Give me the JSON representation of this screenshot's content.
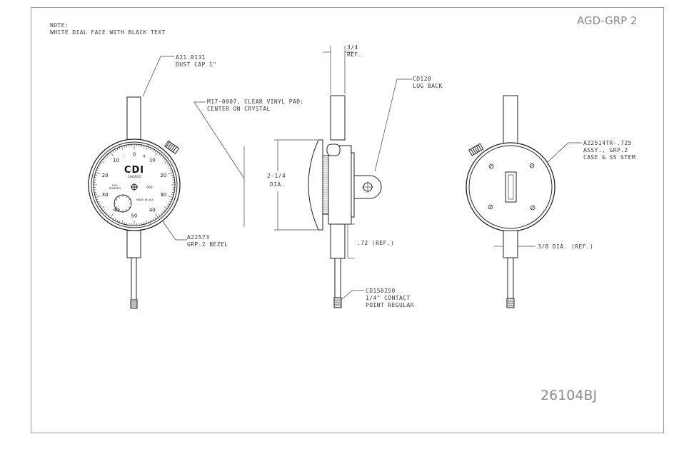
{
  "drawing_id": "AGD-GRP 2",
  "part_number": "26104BJ",
  "note": {
    "line1": "NOTE:",
    "line2": "WHITE DIAL FACE WITH BLACK TEXT"
  },
  "callouts": {
    "dust_cap": {
      "l1": "A21.0131",
      "l2": "DUST CAP 1\""
    },
    "vinyl_pad": {
      "l1": "M17-0007, CLEAR VINYL PAD:",
      "l2": "CENTER ON CRYSTAL"
    },
    "bezel": {
      "l1": "A22573",
      "l2": "GRP.2 BEZEL"
    },
    "lug_back": {
      "l1": "CD120",
      "l2": "LUG BACK"
    },
    "stem_ref": {
      "l1": "3/4",
      "l2": "REF."
    },
    "dia": {
      "l1": "2-1/4",
      "l2": "DIA."
    },
    "contact_ref": {
      "l1": ".72 (REF.)"
    },
    "contact_point": {
      "l1": "CD150250",
      "l2": "1/4\" CONTACT",
      "l3": "POINT REGULAR"
    },
    "case_assy": {
      "l1": "A22514TR-.725",
      "l2": "ASSY., GRP.2",
      "l3": "CASE & SS STEM"
    },
    "stem_dia": {
      "l1": "3/8 DIA. (REF.)"
    }
  },
  "dial": {
    "brand": "CDI",
    "city": "CHICAGO",
    "full_jeweled": [
      "FULL",
      "JEWELED"
    ],
    "resolution": ".001\"",
    "made_in": "MADE IN USA",
    "minus": "-",
    "plus": "+",
    "numbers": [
      "0",
      "10",
      "20",
      "30",
      "40",
      "50",
      "40",
      "30",
      "20",
      "10"
    ]
  }
}
